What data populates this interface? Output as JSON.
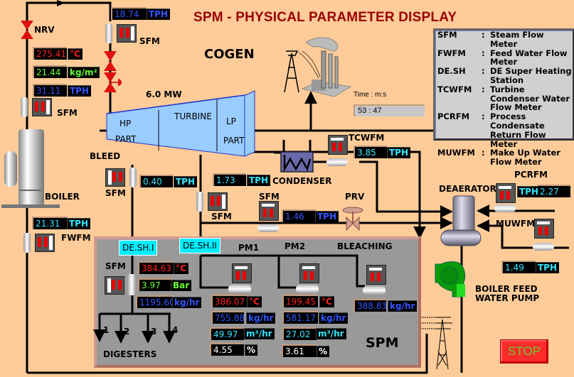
{
  "header": {
    "title": "SPM - PHYSICAL PARAMETER DISPLAY",
    "cogen_label": "COGEN"
  },
  "time": {
    "label": "Time : m:s",
    "value": "53 : 47"
  },
  "legend": [
    {
      "key": "SFM",
      "sep": ":",
      "desc": "Steam Flow Meter"
    },
    {
      "key": "FWFM",
      "sep": ":",
      "desc": "Feed Water Flow Meter"
    },
    {
      "key": "DE.SH",
      "sep": ":",
      "desc": "DE Super Heating Station"
    },
    {
      "key": "TCWFM",
      "sep": ":",
      "desc": "Turbine Condenser Water Flow Meter"
    },
    {
      "key": "PCRFM",
      "sep": ":",
      "desc": "Process Condensate Return Flow Meter"
    },
    {
      "key": "MUWFM",
      "sep": ":",
      "desc": "Make Up Water Flow Meter"
    }
  ],
  "labels": {
    "nrv": "NRV",
    "sfm": "SFM",
    "fwfm": "FWFM",
    "boiler": "BOILER",
    "bleed": "BLEED",
    "turbine_power": "6.0 MW",
    "hp": "HP",
    "hp_part": "PART",
    "turbine": "TURBINE",
    "lp": "LP",
    "lp_part": "PART",
    "condenser": "CONDENSER",
    "tcwfm": "TCWFM",
    "prv": "PRV",
    "deaerator": "DEAERATOR",
    "pcrfm": "PCRFM",
    "muwfm": "MUWFM",
    "boiler_feed_pump": "BOILER FEED",
    "boiler_feed_pump_2": "WATER PUMP",
    "desh1": "DE.SH.I",
    "desh2": "DE.SH.II",
    "pm1": "PM1",
    "pm2": "PM2",
    "bleaching": "BLEACHING",
    "digesters": "DIGESTERS",
    "digester_nums": [
      "1",
      "2",
      "3",
      "4"
    ],
    "spm": "SPM"
  },
  "readings": {
    "top_steam_flow": {
      "value": "18.74",
      "unit": "TPH"
    },
    "main_steam_temp": {
      "value": "275.41",
      "unit": "°C"
    },
    "main_steam_pressure": {
      "value": "21.44",
      "unit": "kg/m²"
    },
    "main_steam_flow": {
      "value": "31.11",
      "unit": "TPH"
    },
    "feed_water_flow": {
      "value": "21.31",
      "unit": "TPH"
    },
    "bleed_flow": {
      "value": "0.40",
      "unit": "TPH"
    },
    "lp_exhaust_flow": {
      "value": "1.73",
      "unit": "TPH"
    },
    "tcw_flow": {
      "value": "3.85",
      "unit": "TPH"
    },
    "prv_flow": {
      "value": "1.46",
      "unit": "TPH"
    },
    "pcr_flow": {
      "value": "2.27",
      "unit": "TPH"
    },
    "muw_flow": {
      "value": "1.49",
      "unit": "TPH"
    },
    "desh1_temp": {
      "value": "384.63",
      "unit": "°C"
    },
    "desh1_pressure": {
      "value": "3.97",
      "unit": "Bar"
    },
    "desh1_flow": {
      "value": "1195.60",
      "unit": "kg/hr"
    },
    "pm1_temp": {
      "value": "386.07",
      "unit": "°C"
    },
    "pm1_flow": {
      "value": "755.88",
      "unit": "kg/hr"
    },
    "pm1_volflow": {
      "value": "49.97",
      "unit": "m³/hr"
    },
    "pm1_pct": {
      "value": "4.55",
      "unit": "%"
    },
    "pm2_temp": {
      "value": "199.45",
      "unit": "°C"
    },
    "pm2_flow": {
      "value": "581.17",
      "unit": "kg/hr"
    },
    "pm2_volflow": {
      "value": "27.02",
      "unit": "m³/hr"
    },
    "pm2_pct": {
      "value": "3.61",
      "unit": "%"
    },
    "bleaching_flow": {
      "value": "388.83",
      "unit": "kg/hr"
    }
  },
  "controls": {
    "stop_label": "STOP"
  },
  "colors": {
    "background": "#FFCC99",
    "title": "#990000",
    "temp": "#ff2020",
    "pressure": "#66ff33",
    "flow_blue": "#3355ff",
    "flow_cyan": "#33e6ff",
    "stop_button": "#ff2a2a"
  }
}
